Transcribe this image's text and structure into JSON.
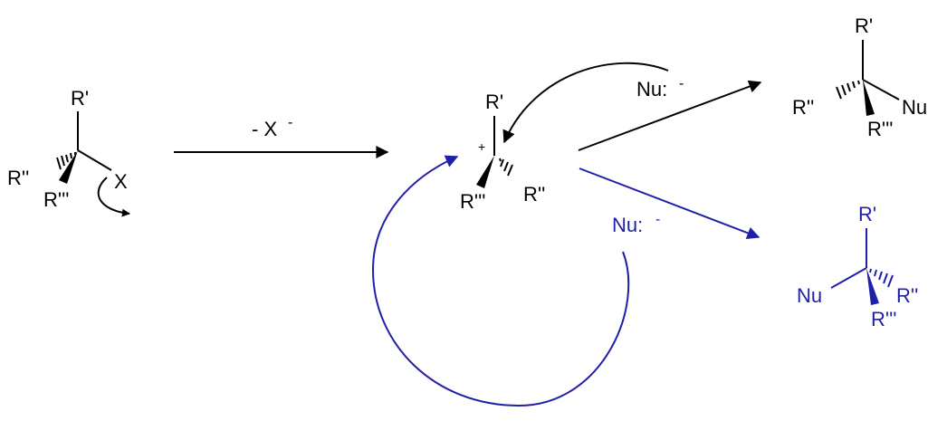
{
  "colors": {
    "black": "#000000",
    "blue": "#1f1fa8"
  },
  "reagent_label": "- X",
  "reagent_charge": "-",
  "start": {
    "r1": "R'",
    "r2": "R''",
    "r3": "R'''",
    "leaving": "X"
  },
  "cation": {
    "charge": "+",
    "r1": "R'",
    "r2": "R''",
    "r3": "R'''"
  },
  "nuc_top": {
    "label": "Nu:",
    "charge": "-"
  },
  "nuc_bottom": {
    "label": "Nu:",
    "charge": "-"
  },
  "product_top": {
    "r1": "R'",
    "r2": "R''",
    "r3": "R'''",
    "nu": "Nu"
  },
  "product_bottom": {
    "r1": "R'",
    "r2": "R''",
    "r3": "R'''",
    "nu": "Nu"
  }
}
